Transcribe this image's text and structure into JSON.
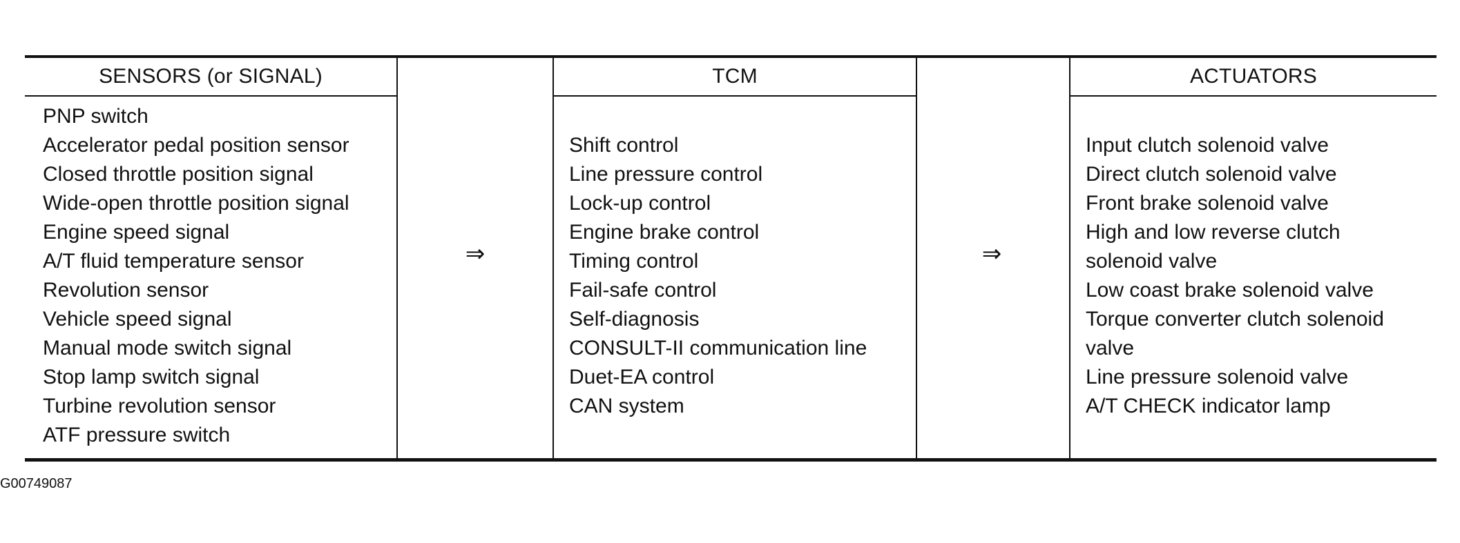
{
  "table": {
    "headers": {
      "sensors": "SENSORS (or SIGNAL)",
      "tcm": "TCM",
      "actuators": "ACTUATORS"
    },
    "sensors": [
      "PNP switch",
      "Accelerator pedal position sensor",
      "Closed throttle position signal",
      "Wide-open throttle position signal",
      "Engine speed signal",
      "A/T fluid temperature sensor",
      "Revolution sensor",
      "Vehicle speed signal",
      "Manual mode switch signal",
      "Stop lamp switch signal",
      "Turbine revolution sensor",
      "ATF pressure switch"
    ],
    "tcm": [
      "Shift control",
      "Line pressure control",
      "Lock-up control",
      "Engine brake control",
      "Timing control",
      "Fail-safe control",
      "Self-diagnosis",
      "CONSULT-II communication line",
      "Duet-EA control",
      "CAN system"
    ],
    "actuators": [
      "Input clutch solenoid valve",
      "Direct clutch solenoid valve",
      "Front brake solenoid valve",
      "High and low reverse clutch",
      "solenoid valve",
      "Low coast brake solenoid valve",
      "Torque converter clutch solenoid",
      "valve",
      "Line pressure solenoid valve",
      "A/T CHECK indicator lamp"
    ],
    "arrow_glyph": "⇒"
  },
  "figure_id": "G00749087"
}
